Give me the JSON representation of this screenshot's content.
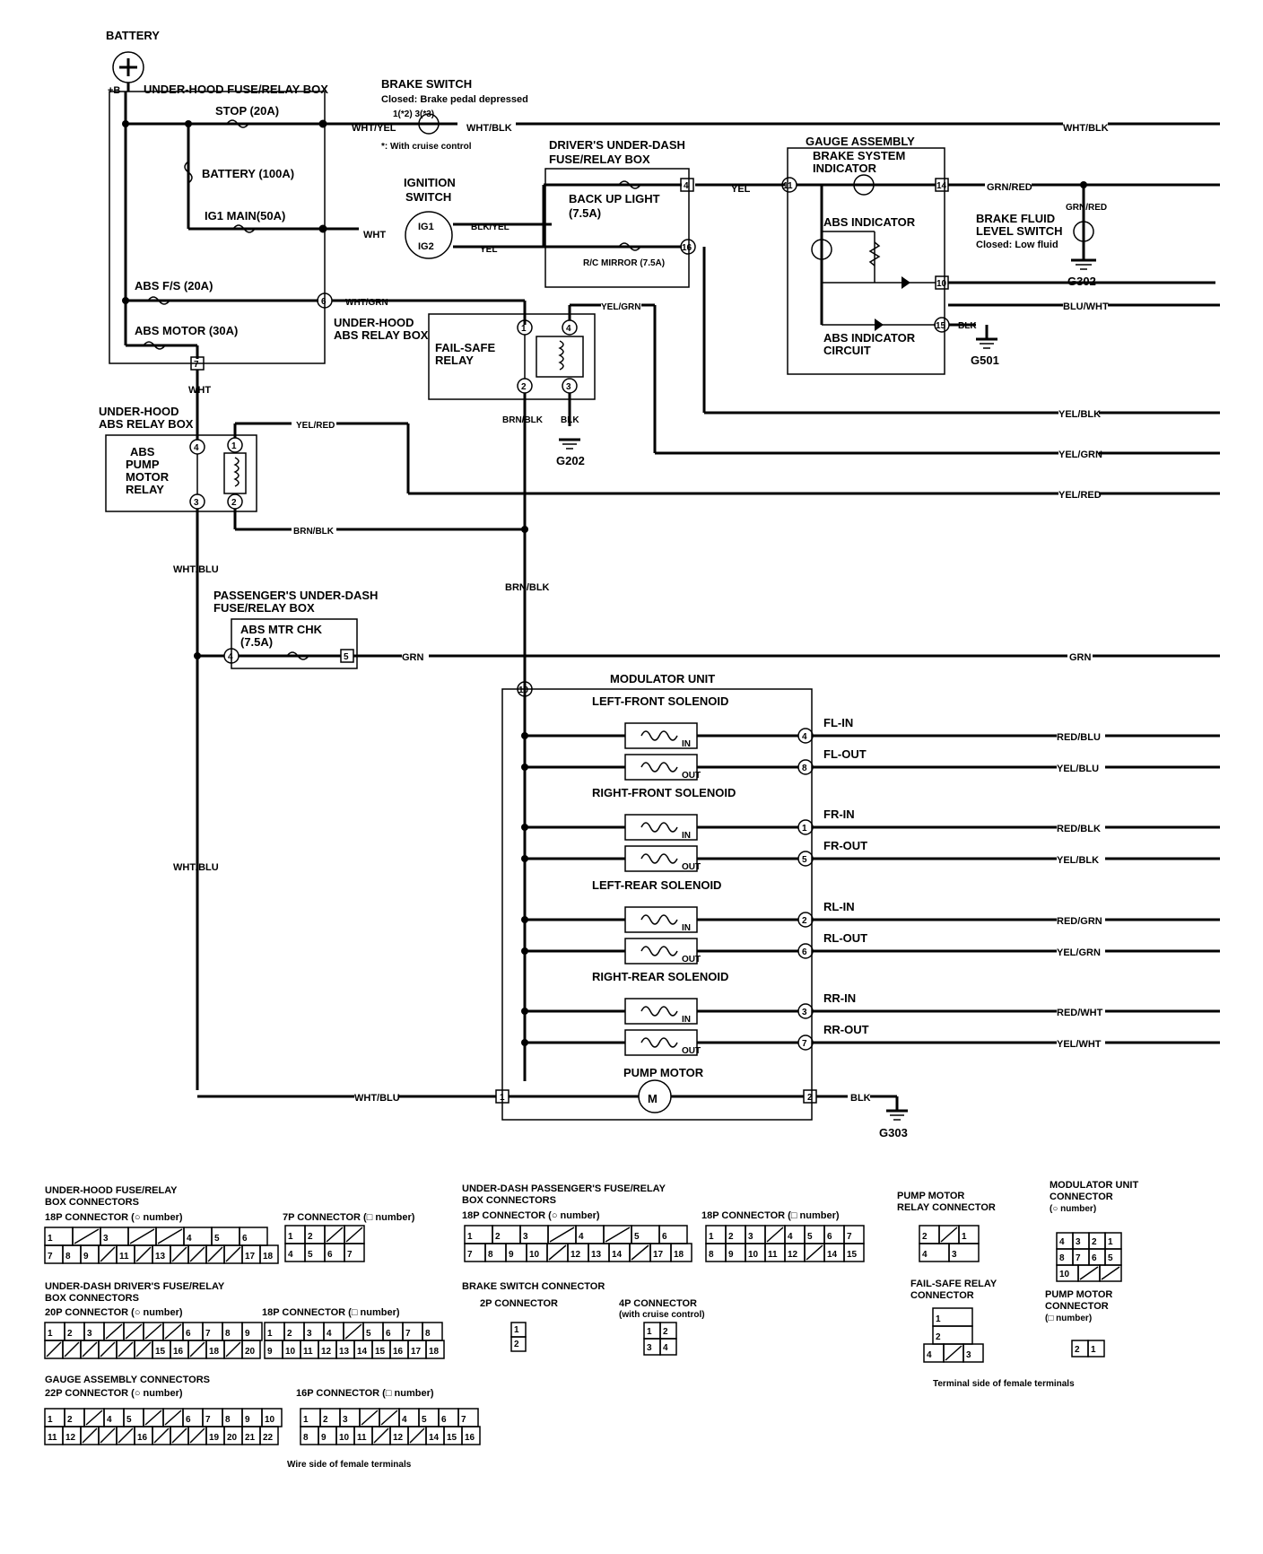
{
  "labels": {
    "battery": "BATTERY",
    "plus_b": "+B",
    "uh_fuse_box": "UNDER-HOOD FUSE/RELAY BOX",
    "stop_fuse": "STOP (20A)",
    "battery_fuse": "BATTERY (100A)",
    "ig1_main": "IG1 MAIN(50A)",
    "abs_fs": "ABS  F/S (20A)",
    "abs_motor_fuse": "ABS MOTOR (30A)",
    "brake_switch": "BRAKE SWITCH",
    "brake_switch_note": "Closed: Brake pedal depressed",
    "brake_switch_pins": "1(*2)      3(*3)",
    "cruise_note": "*: With cruise control",
    "ignition_switch_1": "IGNITION",
    "ignition_switch_2": "SWITCH",
    "ig1": "IG1",
    "ig2": "IG2",
    "driver_box_1": "DRIVER'S UNDER-DASH",
    "driver_box_2": "FUSE/RELAY BOX",
    "back_up_light_1": "BACK UP LIGHT",
    "back_up_light_2": "(7.5A)",
    "rc_mirror": "R/C MIRROR (7.5A)",
    "gauge_assembly": "GAUGE ASSEMBLY",
    "brake_system_indicator_1": "BRAKE SYSTEM",
    "brake_system_indicator_2": "INDICATOR",
    "abs_indicator": "ABS INDICATOR",
    "abs_indicator_circuit_1": "ABS INDICATOR",
    "abs_indicator_circuit_2": "CIRCUIT",
    "brake_fluid_1": "BRAKE FLUID",
    "brake_fluid_2": "LEVEL SWITCH",
    "brake_fluid_3": "Closed: Low fluid",
    "uh_abs_relay_box_1": "UNDER-HOOD",
    "uh_abs_relay_box_2": "ABS RELAY BOX",
    "fail_safe_1": "FAIL-SAFE",
    "fail_safe_2": "RELAY",
    "abs_pump_relay": [
      "ABS",
      "PUMP",
      "MOTOR",
      "RELAY"
    ],
    "passenger_box_1": "PASSENGER'S UNDER-DASH",
    "passenger_box_2": "FUSE/RELAY BOX",
    "abs_mtr_chk_1": "ABS MTR CHK",
    "abs_mtr_chk_2": "(7.5A)",
    "modulator_unit": "MODULATOR UNIT",
    "left_front": "LEFT-FRONT SOLENOID",
    "right_front": "RIGHT-FRONT SOLENOID",
    "left_rear": "LEFT-REAR SOLENOID",
    "right_rear": "RIGHT-REAR SOLENOID",
    "pump_motor": "PUMP MOTOR",
    "motor_m": "M",
    "in": "IN",
    "out": "OUT"
  },
  "wires": {
    "wht_yel": "WHT/YEL",
    "wht_blk": "WHT/BLK",
    "wht": "WHT",
    "blk_yel": "BLK/YEL",
    "yel": "YEL",
    "grn_red": "GRN/RED",
    "blu_wht": "BLU/WHT",
    "blk": "BLK",
    "wht_grn": "WHT/GRN",
    "yel_grn": "YEL/GRN",
    "yel_blk": "YEL/BLK",
    "yel_red": "YEL/RED",
    "brn_blk": "BRN/BLK",
    "wht_blu": "WHT/BLU",
    "grn": "GRN",
    "red_blu": "RED/BLU",
    "yel_blu": "YEL/BLU",
    "red_blk": "RED/BLK",
    "red_grn": "RED/GRN",
    "red_wht": "RED/WHT",
    "yel_wht": "YEL/WHT"
  },
  "grounds": {
    "g302": "G302",
    "g501": "G501",
    "g202": "G202",
    "g303": "G303"
  },
  "solenoid_signals": {
    "fl_in": "FL-IN",
    "fl_out": "FL-OUT",
    "fr_in": "FR-IN",
    "fr_out": "FR-OUT",
    "rl_in": "RL-IN",
    "rl_out": "RL-OUT",
    "rr_in": "RR-IN",
    "rr_out": "RR-OUT"
  },
  "connectors": {
    "uh_box_title_1": "UNDER-HOOD FUSE/RELAY",
    "uh_box_title_2": "BOX CONNECTORS",
    "c18p_circle": "18P CONNECTOR  (○ number)",
    "c7p_square": "7P CONNECTOR  (□ number)",
    "ud_driver_title_1": "UNDER-DASH DRIVER'S FUSE/RELAY",
    "ud_driver_title_2": "BOX CONNECTORS",
    "c20p_circle": "20P CONNECTOR  (○ number)",
    "c18p_square": "18P CONNECTOR  (□ number)",
    "gauge_title": "GAUGE ASSEMBLY CONNECTORS",
    "c22p_circle": "22P CONNECTOR  (○ number)",
    "c16p_square": "16P CONNECTOR  (□ number)",
    "wire_side": "Wire side of female terminals",
    "ud_pass_title_1": "UNDER-DASH PASSENGER'S FUSE/RELAY",
    "ud_pass_title_2": "BOX CONNECTORS",
    "brake_conn_title": "BRAKE SWITCH CONNECTOR",
    "c2p": "2P CONNECTOR",
    "c4p": "4P CONNECTOR",
    "c4p_note": "(with cruise control)",
    "pump_relay_conn_1": "PUMP MOTOR",
    "pump_relay_conn_2": "RELAY CONNECTOR",
    "failsafe_conn_1": "FAIL-SAFE RELAY",
    "failsafe_conn_2": "CONNECTOR",
    "mod_conn_1": "MODULATOR UNIT",
    "mod_conn_2": "CONNECTOR",
    "mod_conn_3": "(○ number)",
    "pump_conn_1": "PUMP MOTOR",
    "pump_conn_2": "CONNECTOR",
    "pump_conn_3": "(□ number)",
    "terminal_side": "Terminal side of female terminals",
    "uh18_top": [
      "1",
      "",
      "3",
      "",
      "",
      "4",
      "5",
      "6"
    ],
    "uh18_bot": [
      "7",
      "8",
      "9",
      "",
      "11",
      "",
      "13",
      "",
      "",
      "",
      "",
      "17",
      "18"
    ],
    "uh7_top": [
      "1",
      "2",
      "",
      ""
    ],
    "uh7_bot": [
      "4",
      "5",
      "6",
      "7"
    ],
    "ud20_top": [
      "1",
      "2",
      "3",
      "",
      "",
      "",
      "",
      "6",
      "7",
      "8",
      "9"
    ],
    "ud20_bot": [
      "",
      "",
      "",
      "",
      "",
      "",
      "15",
      "16",
      "",
      "18",
      "",
      "20"
    ],
    "ud18_top": [
      "1",
      "2",
      "3",
      "4",
      "",
      "5",
      "6",
      "7",
      "8"
    ],
    "ud18_bot": [
      "9",
      "10",
      "11",
      "12",
      "13",
      "14",
      "15",
      "16",
      "17",
      "18"
    ],
    "g22_top": [
      "1",
      "2",
      "",
      "4",
      "5",
      "",
      "",
      "6",
      "7",
      "8",
      "9",
      "10"
    ],
    "g22_bot": [
      "11",
      "12",
      "",
      "",
      "",
      "16",
      "",
      "",
      "",
      "19",
      "20",
      "21",
      "22"
    ],
    "g16_top": [
      "1",
      "2",
      "3",
      "",
      "",
      "4",
      "5",
      "6",
      "7"
    ],
    "g16_bot": [
      "8",
      "9",
      "10",
      "11",
      "",
      "12",
      "",
      "14",
      "15",
      "16"
    ],
    "up18c_top": [
      "1",
      "2",
      "3",
      "",
      "4",
      "",
      "5",
      "6"
    ],
    "up18c_bot": [
      "7",
      "8",
      "9",
      "10",
      "",
      "12",
      "13",
      "14",
      "",
      "17",
      "18"
    ],
    "up18s_top": [
      "1",
      "2",
      "3",
      "",
      "4",
      "5",
      "6",
      "7"
    ],
    "up18s_bot": [
      "8",
      "9",
      "10",
      "11",
      "12",
      "",
      "14",
      "15"
    ],
    "bs2p": [
      "1",
      "2"
    ],
    "bs4p_top": [
      "1",
      "2"
    ],
    "bs4p_bot": [
      "3",
      "4"
    ],
    "pr_top": [
      "2",
      "",
      "1"
    ],
    "pr_bot": [
      "4",
      "3"
    ],
    "fs_rows": [
      "1",
      "2"
    ],
    "fs_bot": [
      "4",
      "",
      "3"
    ],
    "mod_top": [
      "4",
      "3",
      "2",
      "1"
    ],
    "mod_mid": [
      "8",
      "7",
      "6",
      "5"
    ],
    "mod_bot": [
      "10",
      "",
      ""
    ],
    "pump_pins": [
      "2",
      "1"
    ]
  },
  "pins": {
    "p6": "6",
    "p7": "7",
    "p4": "4",
    "p16": "16",
    "p11": "11",
    "p14": "14",
    "p10": "10",
    "p15": "15",
    "p1": "1",
    "p2": "2",
    "p3": "3",
    "p5": "5",
    "p8": "8"
  }
}
